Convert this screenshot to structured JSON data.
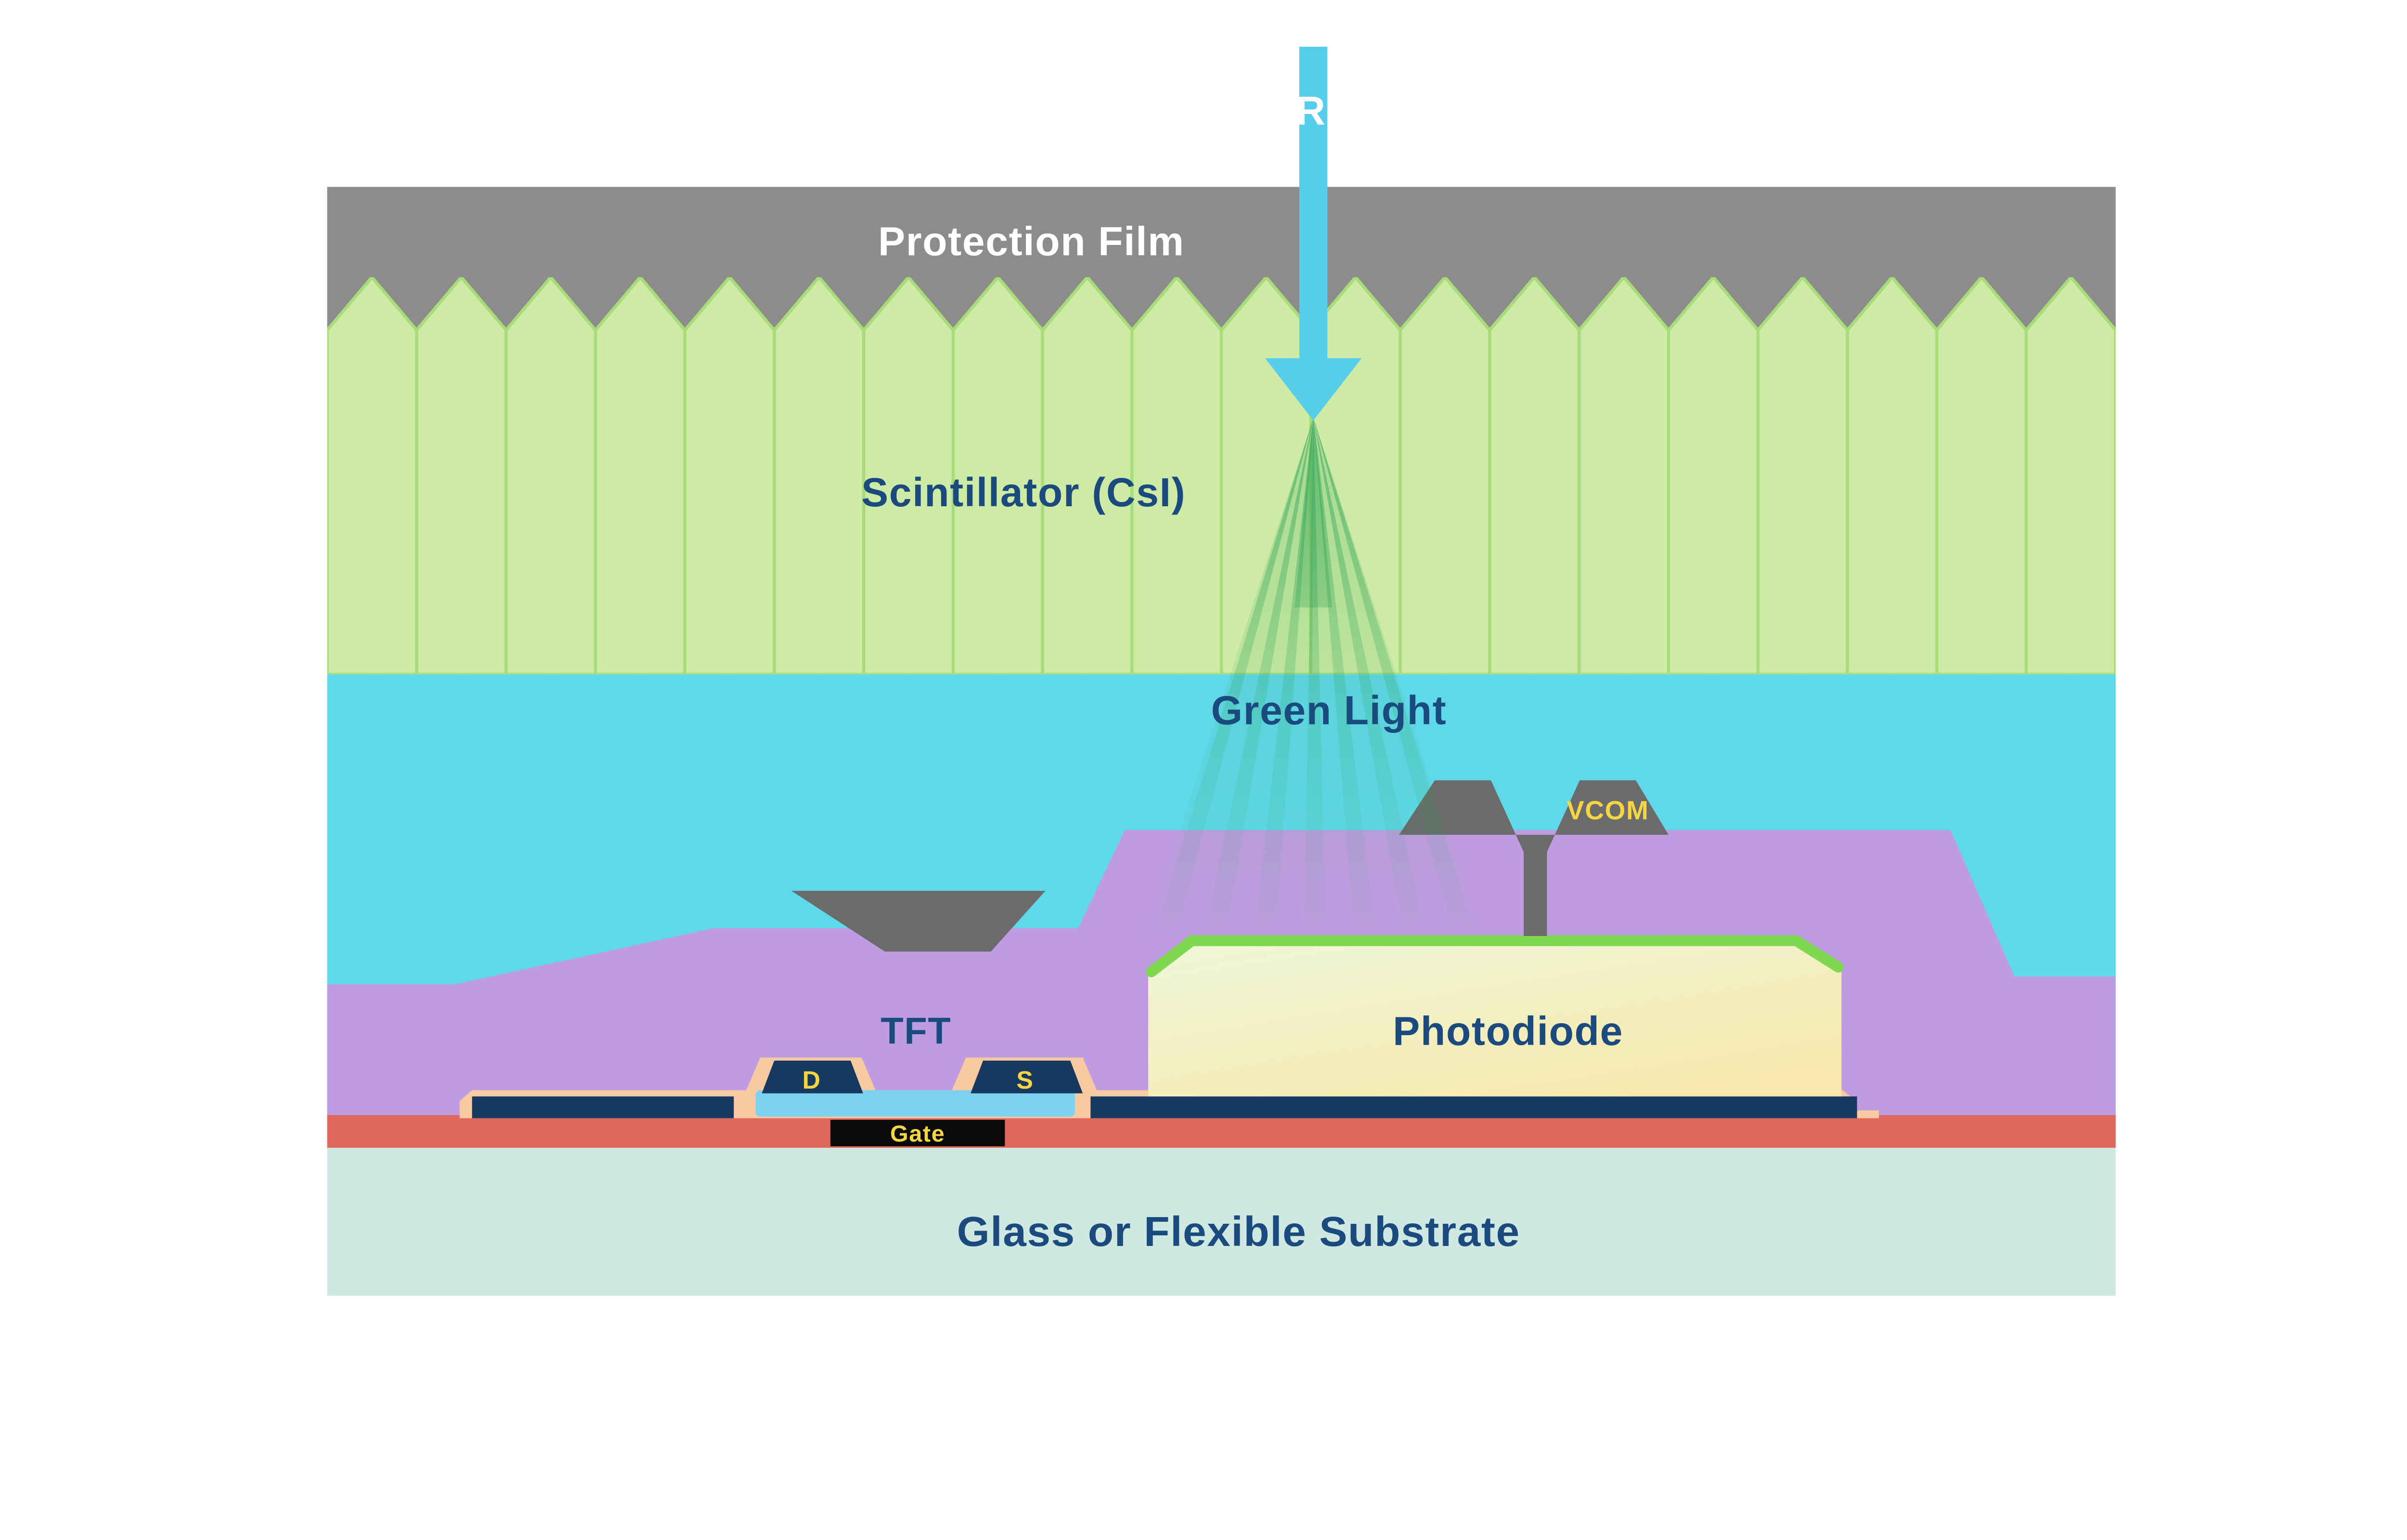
{
  "labels": {
    "xray": "X-Ray",
    "protection_film": "Protection Film",
    "scintillator": "Scintillator (CsI)",
    "green_light": "Green Light",
    "vcom": "VCOM",
    "tft": "TFT",
    "photodiode": "Photodiode",
    "drain": "D",
    "source": "S",
    "gate": "Gate",
    "substrate": "Glass or Flexible Substrate"
  },
  "colors": {
    "background": "#ffffff",
    "protection_film": "#8c8c8c",
    "scintillator_fill": "#cdeba4",
    "scintillator_line": "#a9db79",
    "cyan_layer": "#5fd8e9",
    "xray_arrow": "#57cdec",
    "green_ray": "#2ea358",
    "purple_layer": "#bf9ce1",
    "dark_gray": "#6b6b6b",
    "photodiode_top": "#eef7da",
    "photodiode_bottom": "#f7e9ae",
    "photodiode_edge": "#7fd850",
    "navy_metal": "#17395f",
    "channel_blue": "#7dd3ef",
    "salmon_insulator": "#f9c9a2",
    "red_layer": "#e0685b",
    "substrate_fill": "#cfe9e2",
    "text_navy": "#1b4b7e",
    "text_white": "#ffffff",
    "text_yellow": "#f6d544",
    "gate_black": "#0a0a0a"
  }
}
